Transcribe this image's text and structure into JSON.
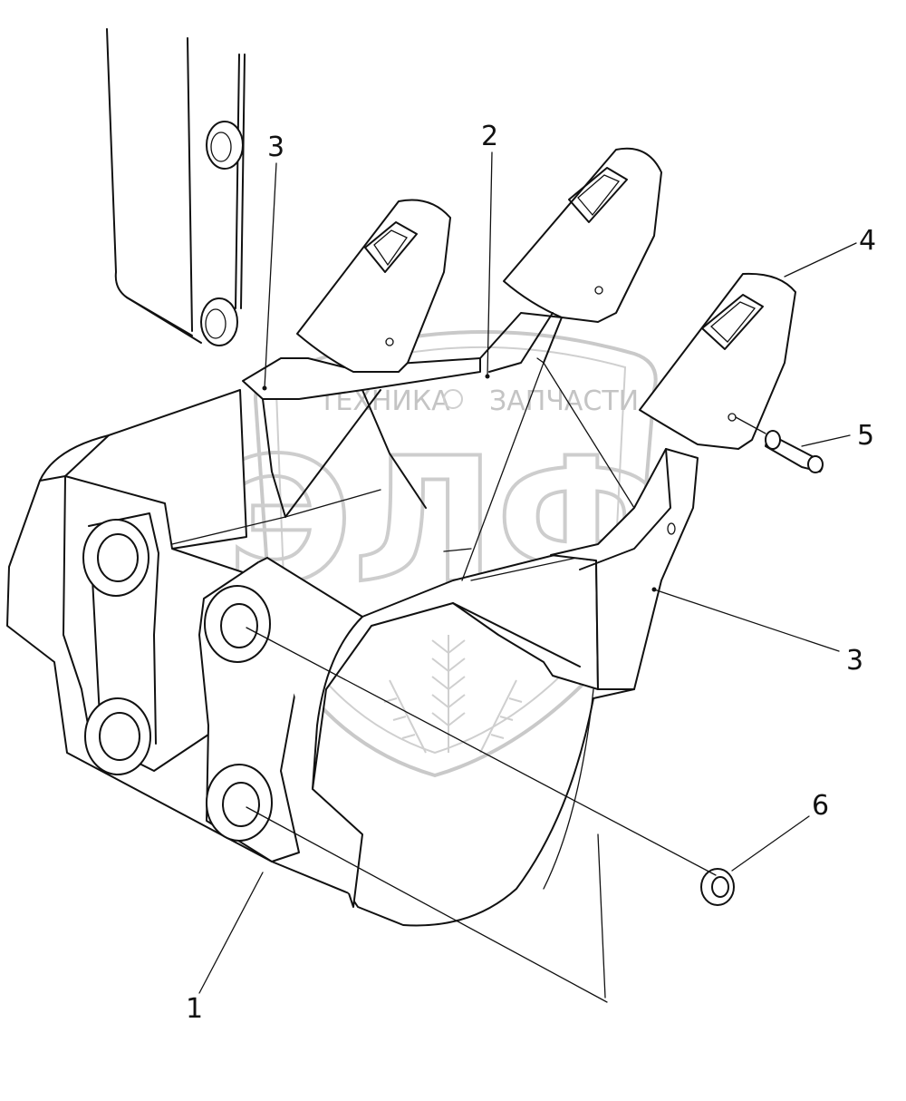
{
  "watermark": {
    "top_left_text": "ТЕХНИКА",
    "top_right_text": "ЗАПЧАСТИ",
    "big_letters": "ЭЛФ",
    "color": "#c6c6c6"
  },
  "callouts": [
    {
      "id": "c1",
      "label": "1"
    },
    {
      "id": "c2",
      "label": "2"
    },
    {
      "id": "c3a",
      "label": "3"
    },
    {
      "id": "c3b",
      "label": "3"
    },
    {
      "id": "c4",
      "label": "4"
    },
    {
      "id": "c5",
      "label": "5"
    },
    {
      "id": "c6",
      "label": "6"
    }
  ],
  "colors": {
    "line": "#111111",
    "background": "#ffffff"
  }
}
